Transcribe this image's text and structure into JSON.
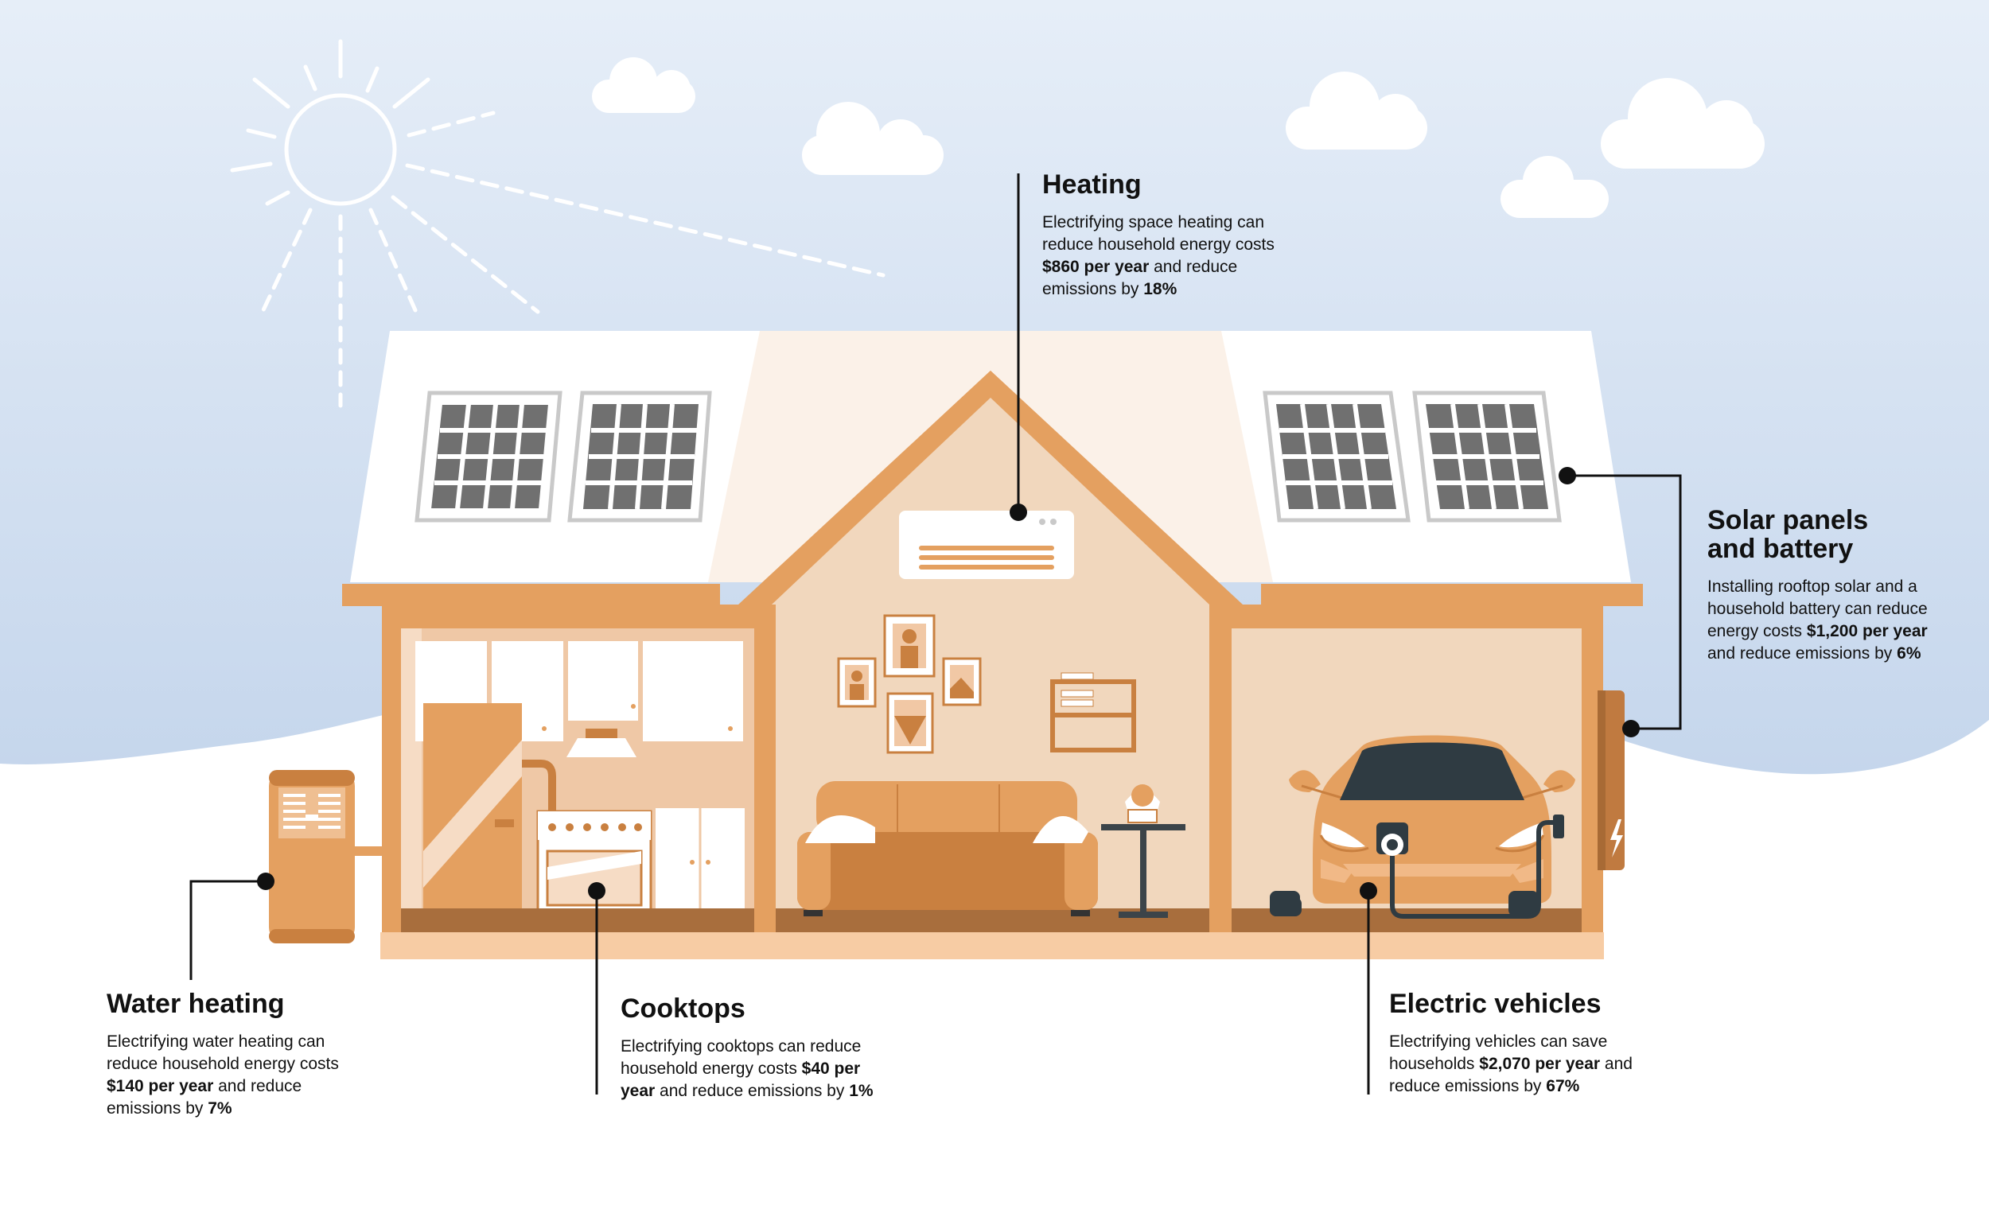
{
  "callouts": {
    "heating": {
      "title": "Heating",
      "text_1": "Electrifying space heating can reduce household energy costs ",
      "cost": "$860 per year",
      "text_2": " and reduce emissions by ",
      "emissions": "18%"
    },
    "solar": {
      "title_line1": "Solar panels",
      "title_line2": "and battery",
      "text_1": "Installing rooftop solar and a household battery can reduce energy costs ",
      "cost": "$1,200 per year",
      "text_2": " and reduce emissions by ",
      "emissions": "6%"
    },
    "water": {
      "title": "Water heating",
      "text_1": "Electrifying water heating can reduce household energy costs ",
      "cost": "$140 per year",
      "text_2": " and reduce emissions by ",
      "emissions": "7%"
    },
    "cooktops": {
      "title": "Cooktops",
      "text_1": "Electrifying cooktops can reduce household energy costs ",
      "cost": "$40 per year",
      "text_2": " and reduce emissions by ",
      "emissions": "1%"
    },
    "ev": {
      "title": "Electric vehicles",
      "text_1": "Electrifying vehicles can save households ",
      "cost": "$2,070 per year",
      "text_2": " and reduce emissions by ",
      "emissions": "67%"
    }
  },
  "colors": {
    "sky": "#c9d9ec",
    "orange": "#e4a060",
    "dark_orange": "#c98040",
    "wall": "#f1d7bd",
    "floor": "#a86e3d",
    "panel": "#707070",
    "car_glass": "#2f3b42",
    "text": "#111111"
  }
}
